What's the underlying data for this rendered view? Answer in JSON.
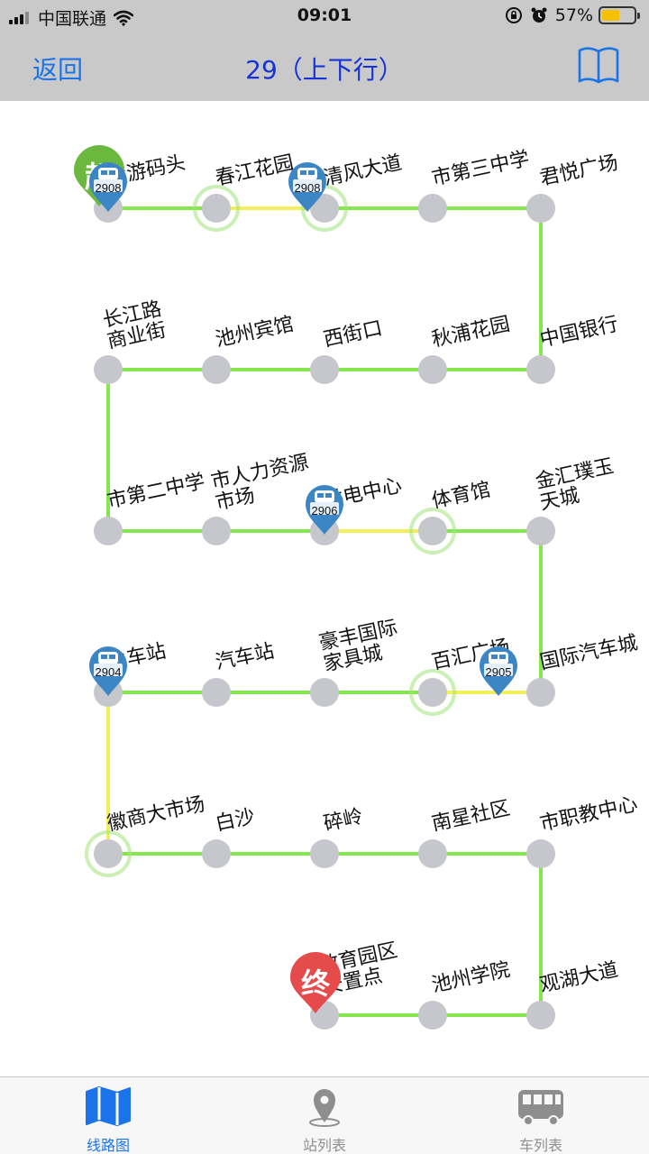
{
  "status_bar": {
    "carrier": "中国联通",
    "time": "09:01",
    "battery": "57%",
    "battery_level": 0.57
  },
  "nav": {
    "back_label": "返回",
    "title": "29（上下行）"
  },
  "route": {
    "start_badge": "起",
    "end_badge": "终",
    "stations": [
      {
        "name": "渡游码头"
      },
      {
        "name": "春江花园"
      },
      {
        "name": "清风大道"
      },
      {
        "name": "市第三中学"
      },
      {
        "name": "君悦广场"
      },
      {
        "name": "中国银行"
      },
      {
        "name": "秋浦花园"
      },
      {
        "name": "西街口"
      },
      {
        "name": "池州宾馆"
      },
      {
        "name": "长江路",
        "line2": "商业街"
      },
      {
        "name": "市第二中学"
      },
      {
        "name": "市人力资源",
        "line2": "市场"
      },
      {
        "name": "供电中心"
      },
      {
        "name": "体育馆"
      },
      {
        "name": "金汇璞玉",
        "line2": "天城"
      },
      {
        "name": "国际汽车城"
      },
      {
        "name": "百汇广场"
      },
      {
        "name": "豪丰国际",
        "line2": "家具城"
      },
      {
        "name": "汽车站"
      },
      {
        "name": "火车站"
      },
      {
        "name": "徽商大市场"
      },
      {
        "name": "白沙"
      },
      {
        "name": "碎岭"
      },
      {
        "name": "南星社区"
      },
      {
        "name": "市职教中心"
      },
      {
        "name": "观湖大道"
      },
      {
        "name": "池州学院"
      },
      {
        "name": "教育园区",
        "line2": "安置点"
      }
    ],
    "buses": [
      {
        "number": "2908",
        "station_index": 0
      },
      {
        "number": "2908",
        "station_index": 2
      },
      {
        "number": "2906",
        "station_index": 12
      },
      {
        "number": "2905",
        "station_index": 16
      },
      {
        "number": "2904",
        "station_index": 19
      }
    ],
    "highlighted_stations": [
      1,
      2,
      13,
      16,
      20
    ],
    "yellow_segments": [
      1,
      12,
      15,
      19
    ],
    "colors": {
      "line_green": "#86e64e",
      "line_yellow": "#f3ef5a",
      "station_dot": "#c6c7cc",
      "halo": "#9ee37a",
      "bus_pin": "#3d86c6",
      "start_badge": "#6ab93e",
      "end_badge": "#e54b4b"
    }
  },
  "tabs": [
    {
      "label": "线路图",
      "icon": "map-icon",
      "active": true
    },
    {
      "label": "站列表",
      "icon": "location-pin-icon",
      "active": false
    },
    {
      "label": "车列表",
      "icon": "bus-icon",
      "active": false
    }
  ]
}
